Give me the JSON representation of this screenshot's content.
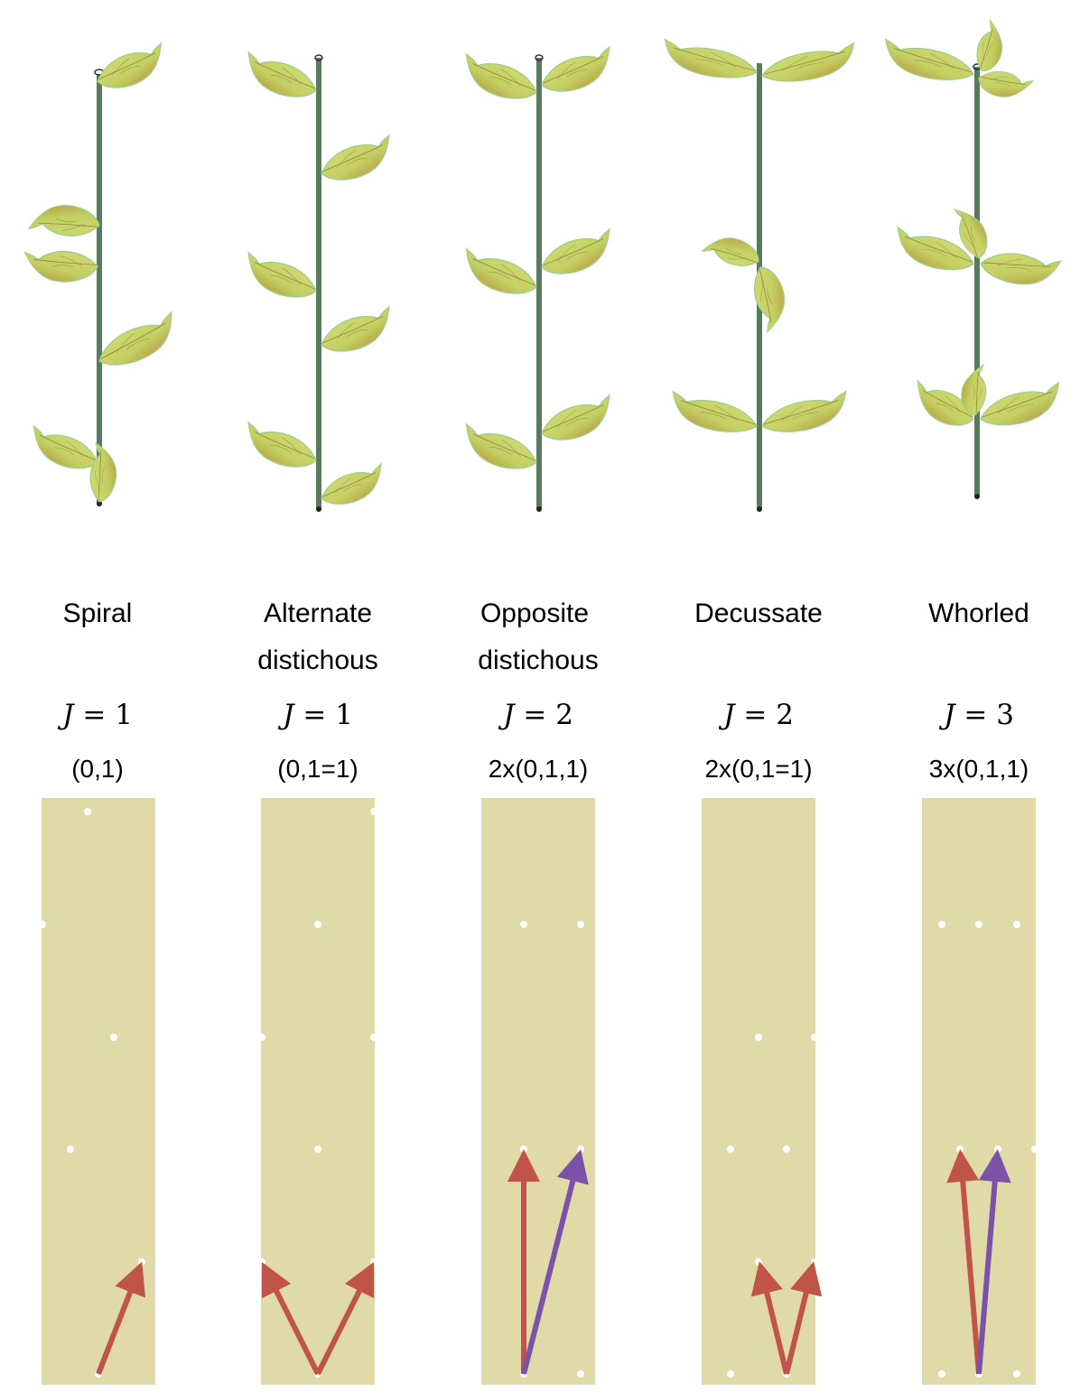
{
  "colors": {
    "leaf_light": "#d4e07a",
    "leaf_dark": "#b57a2a",
    "stem": "#5a7a5e",
    "panel": "#dfdaa8",
    "dot": "#ffffff",
    "arrow_red": "#c0534a",
    "arrow_purple": "#7b52a8"
  },
  "columns": [
    {
      "id": "spiral",
      "name_line1": "Spiral",
      "name_line2": "",
      "j_var": "J",
      "j_eq": "=",
      "j_val": "1",
      "notation": "(0,1)"
    },
    {
      "id": "alternate",
      "name_line1": "Alternate",
      "name_line2": "distichous",
      "j_var": "J",
      "j_eq": "=",
      "j_val": "1",
      "notation": "(0,1=1)"
    },
    {
      "id": "opposite",
      "name_line1": "Opposite",
      "name_line2": "distichous",
      "j_var": "J",
      "j_eq": "=",
      "j_val": "2",
      "notation": "2x(0,1,1)"
    },
    {
      "id": "decussate",
      "name_line1": "Decussate",
      "name_line2": "",
      "j_var": "J",
      "j_eq": "=",
      "j_val": "2",
      "notation": "2x(0,1=1)"
    },
    {
      "id": "whorled",
      "name_line1": "Whorled",
      "name_line2": "",
      "j_var": "J",
      "j_eq": "=",
      "j_val": "3",
      "notation": "3x(0,1,1)"
    }
  ]
}
